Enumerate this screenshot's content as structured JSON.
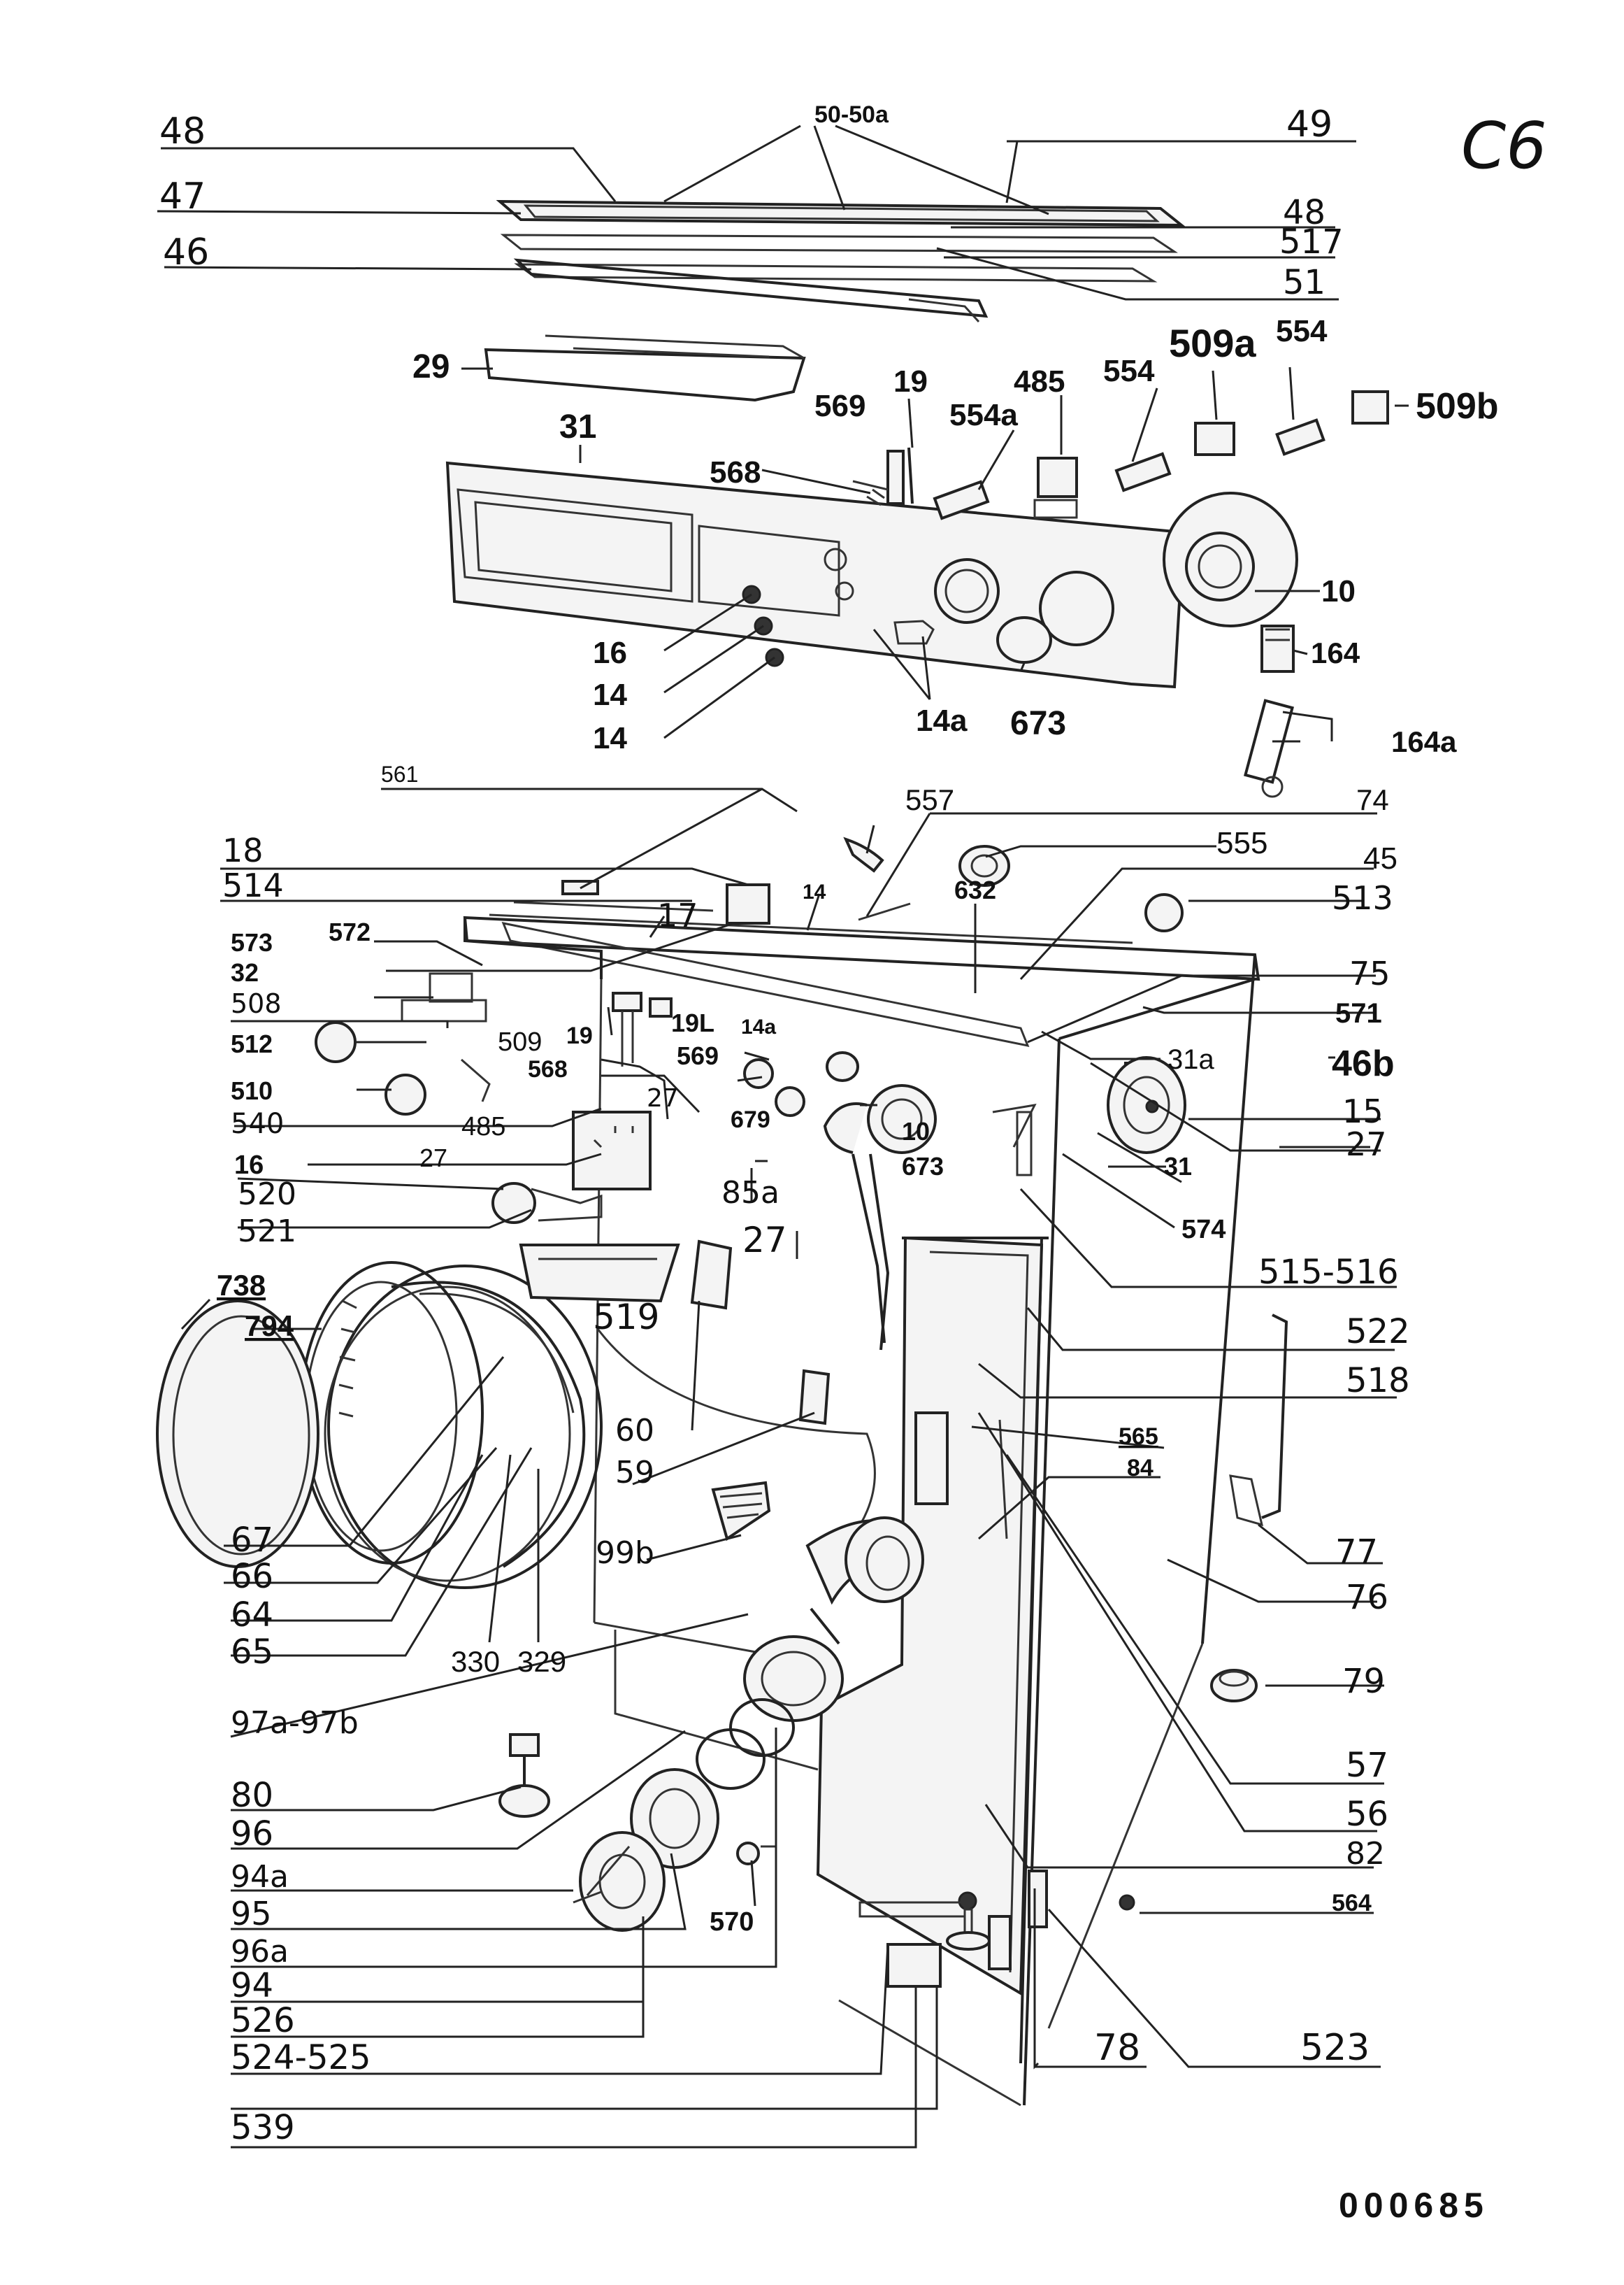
{
  "page_code": "C6",
  "drawing_number": "000685",
  "callouts": [
    "48",
    "50-50a",
    "49",
    "47",
    "48",
    "517",
    "46",
    "51",
    "29",
    "31",
    "569",
    "19",
    "485",
    "554a",
    "554",
    "509a",
    "554",
    "509b",
    "568",
    "10",
    "164",
    "16",
    "14",
    "14",
    "14a",
    "673",
    "164a",
    "561",
    "557",
    "74",
    "18",
    "555",
    "45",
    "514",
    "17",
    "14",
    "632",
    "513",
    "573",
    "572",
    "75",
    "32",
    "571",
    "508",
    "512",
    "509",
    "19",
    "19L",
    "14a",
    "31a",
    "46b",
    "569",
    "510",
    "568",
    "27",
    "679",
    "15",
    "540",
    "10",
    "27",
    "485",
    "673",
    "31",
    "16",
    "27",
    "520",
    "85a",
    "574",
    "521",
    "27",
    "515-516",
    "738",
    "794",
    "519",
    "522",
    "518",
    "60",
    "565",
    "59",
    "84",
    "67",
    "66",
    "64",
    "65",
    "99b",
    "77",
    "76",
    "330",
    "329",
    "79",
    "97a-97b",
    "57",
    "80",
    "96",
    "56",
    "94a",
    "82",
    "95",
    "564",
    "570",
    "96a",
    "94",
    "526",
    "78",
    "524-525",
    "523",
    "539"
  ]
}
